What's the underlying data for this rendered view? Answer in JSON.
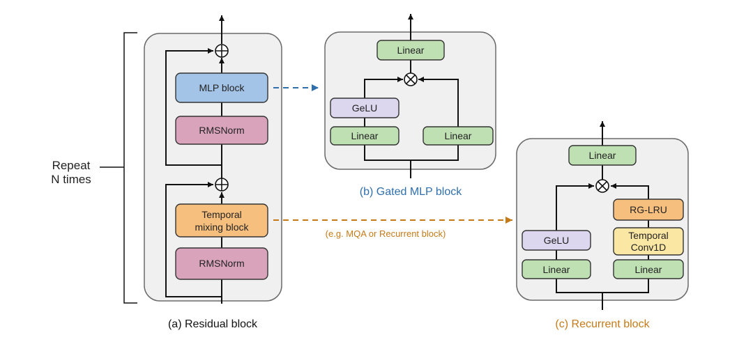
{
  "repeat_label": {
    "line1": "Repeat",
    "line2": "N times"
  },
  "captions": {
    "residual": "(a) Residual block",
    "gated": "(b) Gated MLP block",
    "recurrent": "(c) Recurrent block"
  },
  "annotation": "(e.g. MQA or Recurrent block)",
  "residual_block": {
    "mlp": "MLP block",
    "norm_top": "RMSNorm",
    "temporal_line1": "Temporal",
    "temporal_line2": "mixing block",
    "norm_bottom": "RMSNorm"
  },
  "gated_block": {
    "out_linear": "Linear",
    "gelu": "GeLU",
    "left_linear": "Linear",
    "right_linear": "Linear"
  },
  "recurrent_block": {
    "out_linear": "Linear",
    "rglru": "RG-LRU",
    "conv_line1": "Temporal",
    "conv_line2": "Conv1D",
    "gelu": "GeLU",
    "left_linear": "Linear",
    "right_linear": "Linear"
  },
  "colors": {
    "container_fill": "#f0f0f0",
    "container_stroke": "#6a6a6a",
    "mlp": "#a3c4e6",
    "norm": "#d9a3bb",
    "temporal": "#f7bf7e",
    "gelu": "#dcd6ee",
    "linear": "#bfe0b3",
    "rglru": "#f7bf7e",
    "conv": "#fbe7a4",
    "blue_text": "#2f6fae",
    "orange_text": "#c57a17",
    "line": "#111111"
  },
  "icons": {
    "sum": "circle-plus",
    "product": "circle-times"
  }
}
